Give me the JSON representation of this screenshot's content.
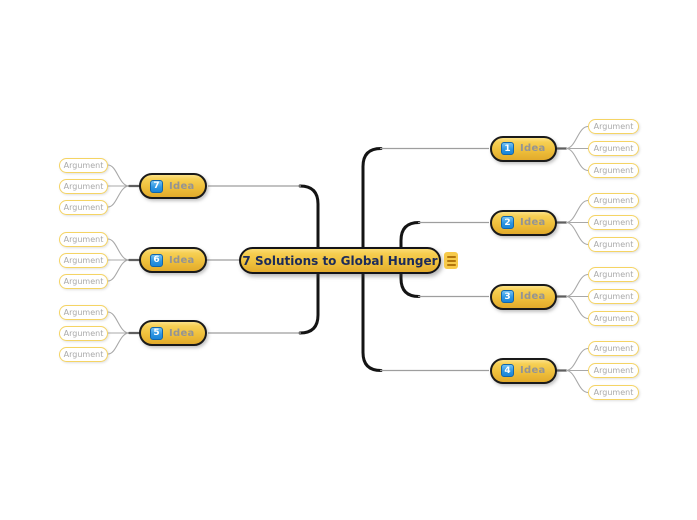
{
  "central": {
    "title": "7 Solutions to Global Hunger"
  },
  "menu_icon": "hamburger-icon",
  "colors": {
    "node_gold": "#f2c53d",
    "node_border": "#1a1a1a",
    "badge_blue": "#1e87d9",
    "idea_text_grey": "#949494",
    "argument_text_grey": "#a9a9a9",
    "argument_border_gold": "#f5d464",
    "title_navy": "#1c2b5a",
    "trunk_black": "#141414",
    "branch_grey": "#9e9e9e",
    "menu_bg": "#f7ca4a",
    "menu_bars": "#b3760c"
  },
  "branches": [
    {
      "number": "1",
      "label": "Idea",
      "side": "right",
      "arguments": [
        "Argument",
        "Argument",
        "Argument"
      ]
    },
    {
      "number": "2",
      "label": "Idea",
      "side": "right",
      "arguments": [
        "Argument",
        "Argument",
        "Argument"
      ]
    },
    {
      "number": "3",
      "label": "Idea",
      "side": "right",
      "arguments": [
        "Argument",
        "Argument",
        "Argument"
      ]
    },
    {
      "number": "4",
      "label": "Idea",
      "side": "right",
      "arguments": [
        "Argument",
        "Argument",
        "Argument"
      ]
    },
    {
      "number": "5",
      "label": "Idea",
      "side": "left",
      "arguments": [
        "Argument",
        "Argument",
        "Argument"
      ]
    },
    {
      "number": "6",
      "label": "Idea",
      "side": "left",
      "arguments": [
        "Argument",
        "Argument",
        "Argument"
      ]
    },
    {
      "number": "7",
      "label": "Idea",
      "side": "left",
      "arguments": [
        "Argument",
        "Argument",
        "Argument"
      ]
    }
  ]
}
